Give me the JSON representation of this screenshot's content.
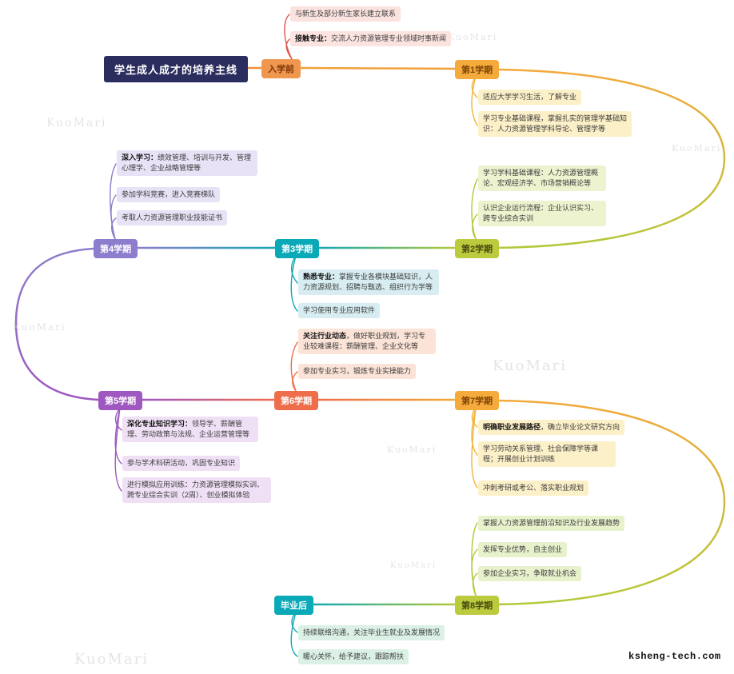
{
  "root": {
    "label": "学生成人成才的培养主线"
  },
  "nodes": {
    "pre": {
      "label": "入学前"
    },
    "s1": {
      "label": "第1学期"
    },
    "s2": {
      "label": "第2学期"
    },
    "s3": {
      "label": "第3学期"
    },
    "s4": {
      "label": "第4学期"
    },
    "s5": {
      "label": "第5学期"
    },
    "s6": {
      "label": "第6学期"
    },
    "s7": {
      "label": "第7学期"
    },
    "s8": {
      "label": "第8学期"
    },
    "post": {
      "label": "毕业后"
    }
  },
  "leaves": {
    "pre1": {
      "text": "与新生及部分新生家长建立联系"
    },
    "pre2": {
      "prefix": "接触专业：",
      "text": "交流人力资源管理专业领域时事新闻"
    },
    "s1a": {
      "text": "适应大学学习生活，了解专业"
    },
    "s1b": {
      "text": "学习专业基础课程，掌握扎实的管理学基础知识：人力资源管理学科导论、管理学等"
    },
    "s2a": {
      "text": "学习学科基础课程：人力资源管理概论、宏观经济学、市场营销概论等"
    },
    "s2b": {
      "text": "认识企业运行流程：企业认识实习、跨专业综合实训"
    },
    "s3a": {
      "prefix": "熟悉专业：",
      "text": "掌握专业各模块基础知识，人力资源规划、招聘与甄选、组织行为学等"
    },
    "s3b": {
      "text": "学习使用专业应用软件"
    },
    "s4a": {
      "prefix": "深入学习：",
      "text": "绩效管理、培训与开发、管理心理学、企业战略管理等"
    },
    "s4b": {
      "text": "参加学科竞赛，进入竞赛梯队"
    },
    "s4c": {
      "text": "考取人力资源管理职业技能证书"
    },
    "s5a": {
      "prefix": "深化专业知识学习：",
      "text": "领导学、薪酬管理、劳动政策与法规、企业运营管理等"
    },
    "s5b": {
      "text": "参与学术科研活动，巩固专业知识"
    },
    "s5c": {
      "text": "进行模拟应用训练：力资源管理模拟实训、跨专业综合实训（2周）、创业模拟体验"
    },
    "s6a": {
      "prefix": "关注行业动态",
      "text": "，做好职业规划，学习专业较难课程：薪酬管理、企业文化等"
    },
    "s6b": {
      "text": "参加专业实习，锻炼专业实操能力"
    },
    "s7a": {
      "prefix": "明确职业发展路径",
      "text": "，确立毕业论文研究方向"
    },
    "s7b": {
      "text": "学习劳动关系管理、社会保障学等课程；开展创业计划训练"
    },
    "s7c": {
      "text": "冲刺考研或考公、落实职业规划"
    },
    "s8a": {
      "text": "掌握人力资源管理前沿知识及行业发展趋势"
    },
    "s8b": {
      "text": "发挥专业优势，自主创业"
    },
    "s8c": {
      "text": "参加企业实习，争取就业机会"
    },
    "posta": {
      "text": "持续联络沟通，关注毕业生就业及发展情况"
    },
    "postb": {
      "text": "暖心关怀，给予建议，跟踪帮扶"
    }
  },
  "watermark": {
    "site": "ksheng-tech.com",
    "fragment": "KuoMari"
  },
  "palette": {
    "root_bg": "#2b2d5e",
    "pre_orange": "#f0974f",
    "amber": "#f5aa3c",
    "yellow_green": "#bcca3e",
    "teal": "#0aa9b8",
    "purple": "#8e7ccc",
    "violet": "#9e58c0",
    "coral": "#ee6e4b",
    "branch_red": "#e2544a"
  }
}
